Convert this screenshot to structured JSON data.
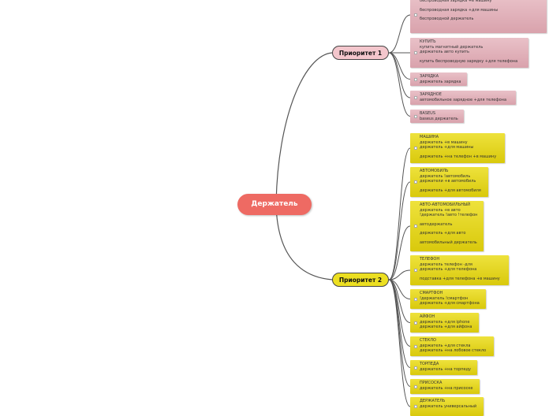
{
  "root": {
    "label": "Держатель"
  },
  "branches": [
    {
      "label": "Приоритет 1",
      "color": "#f3c6cc",
      "boxes": [
        {
          "lines": [
            "беспроводная зарядка +в машину",
            "",
            "беспроводная зарядка +для машины",
            "",
            "беспроводной держатель"
          ]
        },
        {
          "lines": [
            "КУПИТЬ",
            "купить магнитный держатель",
            "держатель авто купить",
            "",
            "купить беспроводную зарядку +для телефона"
          ]
        },
        {
          "lines": [
            "ЗАРЯДКА",
            "держатель зарядка"
          ]
        },
        {
          "lines": [
            "ЗАРЯДНОЕ",
            "автомобильное зарядное +для телефона"
          ]
        },
        {
          "lines": [
            "BASEUS",
            "baseus держатель"
          ]
        }
      ]
    },
    {
      "label": "Приоритет 2",
      "color": "#ecdf21",
      "boxes": [
        {
          "lines": [
            "МАШИНА",
            "держатель +в машину",
            "держатель +для машины",
            "",
            "держатель +на телефон +в машину"
          ]
        },
        {
          "lines": [
            "АВТОМОБИЛЬ",
            "держатель !автомобиль",
            "держатели +в автомобиль",
            "",
            "держатель +для автомобиля"
          ]
        },
        {
          "lines": [
            "АВТО-АВТОМОБИЛЬНЫЙ",
            "держатель +в авто",
            "!держатель !авто !телефон",
            "",
            "автодержатель",
            "",
            "держатель +для авто",
            "",
            "автомобильный держатель"
          ]
        },
        {
          "lines": [
            "ТЕЛЕФОН",
            "держатель телефон -для",
            "держатель +для телефона",
            "",
            "подставка +для телефона +в машину"
          ]
        },
        {
          "lines": [
            "СМАРТФОН",
            "!держатель !смартфон",
            "держатель +для смартфона"
          ]
        },
        {
          "lines": [
            "АЙФОН",
            "держатель +для iphone",
            "держатель +для айфона"
          ]
        },
        {
          "lines": [
            "СТЕКЛО",
            "держатель +для стекла",
            "держатель +на лобовое стекло"
          ]
        },
        {
          "lines": [
            "ТОРПЕДА",
            "держатель +на торпеду"
          ]
        },
        {
          "lines": [
            "ПРИСОСКА",
            "держатель +на присоске"
          ]
        },
        {
          "lines": [
            "ДЕРЖАТЕЛЬ",
            "держатель универсальный"
          ]
        }
      ]
    }
  ]
}
